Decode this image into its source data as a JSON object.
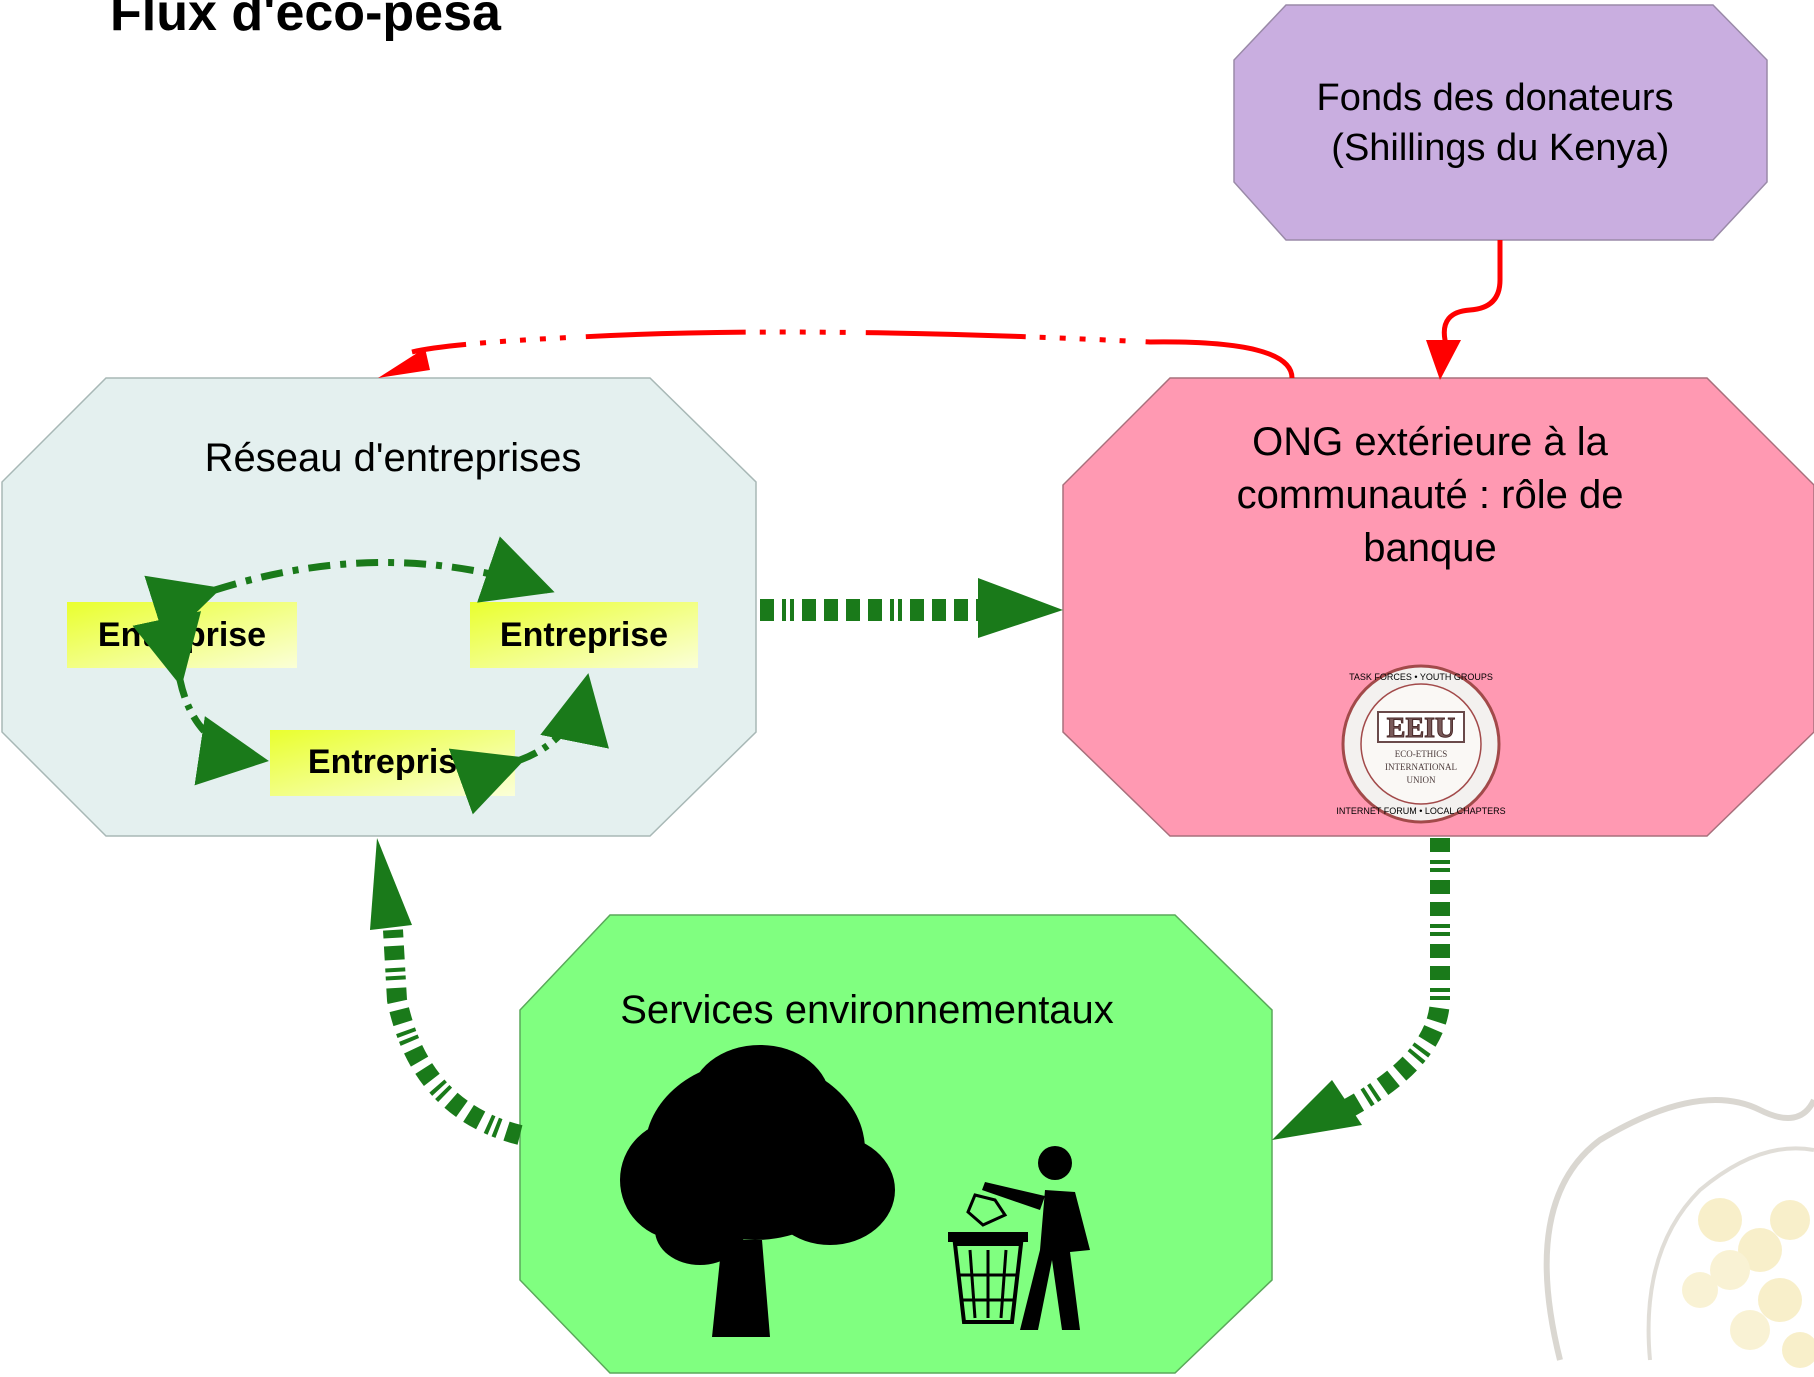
{
  "title": "Flux d'éco-pesa",
  "colors": {
    "donor": "#c9aee0",
    "network": "#e4f0ef",
    "ngo": "#ff99b2",
    "services": "#80ff80",
    "entreprise": "#f2ff3a",
    "money_flow": "#ff0000",
    "ecopesa_flow": "#1a7a1a"
  },
  "nodes": {
    "donor": {
      "lines": [
        "Fonds des donateurs",
        " (Shillings du Kenya)"
      ]
    },
    "network": {
      "label": "Réseau d'entreprises",
      "entreprises": [
        "Entreprise",
        "Entreprise",
        "Entreprise"
      ]
    },
    "ngo": {
      "lines": [
        "ONG extérieure à la",
        "communauté : rôle de",
        "banque"
      ],
      "seal": {
        "center_text": "EEIU",
        "top_text": "TASK FORCES • YOUTH GROUPS",
        "bottom_text": "INTERNET FORUM • LOCAL CHAPTERS",
        "lines": [
          "ECO-ETHICS",
          "INTERNATIONAL",
          "UNION"
        ]
      }
    },
    "services": {
      "label": "Services environnementaux",
      "icons": [
        "tree-icon",
        "recycle-bin-person-icon"
      ]
    }
  },
  "watermark": "floral-logo-watermark"
}
